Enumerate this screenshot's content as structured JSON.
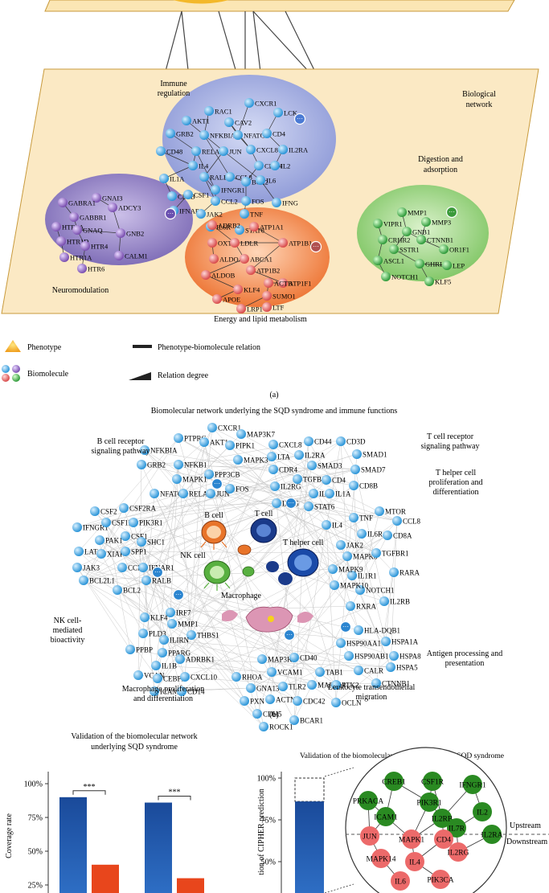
{
  "panel_a": {
    "caption": "(a)",
    "plane_label": "Biological network",
    "modules": {
      "immune": {
        "label_lines": [
          "Immune",
          "regulation"
        ],
        "color": "#a9b2e0",
        "genes": [
          "RAC1",
          "CXCR1",
          "AKT1",
          "CAV2",
          "LCK",
          "GRB2",
          "NFKBIA",
          "NFATC1",
          "CD4",
          "CD48",
          "RELA",
          "JUN",
          "CXCL8",
          "IL2RA",
          "IL4",
          "CDK4",
          "RALB",
          "CCL8",
          "IL2",
          "IL1A",
          "IFNGR1",
          "BCL2",
          "IL6",
          "CD8B",
          "CSF1",
          "CCL2",
          "FOS",
          "IFNG",
          "TNF",
          "IFNAR1",
          "JAK2",
          "IL6R",
          "STAT6"
        ]
      },
      "neuro": {
        "label": "Neuromodulation",
        "color": "#9585c4",
        "genes": [
          "GNAI3",
          "GABRA1",
          "ADCY3",
          "GABBR1",
          "HTR2A",
          "GNAQ",
          "GNB2",
          "HTR1D",
          "HTR4",
          "HTR1A",
          "CALM1",
          "HTR6"
        ]
      },
      "energy": {
        "label": "Energy and lipid metabolism",
        "color": "#f08a50",
        "genes": [
          "ADRB2",
          "ATP1A1",
          "OXT",
          "LDLR",
          "ATP1B1",
          "ALDOA",
          "ABCA1",
          "ATP1B2",
          "ALDOB",
          "ATP1F1",
          "ACTB",
          "KLF4",
          "SUMO1",
          "APOE",
          "LRP1",
          "LTF"
        ]
      },
      "digestion": {
        "label_lines": [
          "Digestion and",
          "adsorption"
        ],
        "color": "#9fd488",
        "genes": [
          "MMP1",
          "VIPR1",
          "MMP3",
          "GNB1",
          "CRHR2",
          "CTNNB1",
          "SSTR1",
          "OR1F1",
          "ASCL1",
          "GHRL",
          "LEP",
          "NOTCH1",
          "KLF5"
        ]
      }
    },
    "legend": {
      "phenotype": "Phenotype",
      "biomolecule": "Biomolecule",
      "relation": "Phenotype-biomolecule relation",
      "degree": "Relation degree"
    },
    "more_symbol": "···"
  },
  "panel_b": {
    "caption": "(b)",
    "title": "Biomolecular network underlying the SQD syndrome and immune functions",
    "modules": [
      "B cell receptor signaling pathway",
      "T cell receptor signaling pathway",
      "T helper cell proliferation and differentiation",
      "NK cell-mediated bioactivity",
      "Antigen processing and presentation",
      "Macrophage proliferation and differentiation",
      "Leukocyte transendothelial migration"
    ],
    "cells": {
      "bcell": "B cell",
      "tcell": "T cell",
      "nkcell": "NK cell",
      "thelper": "T helper cell",
      "macrophage": "Macrophage"
    }
  },
  "panel_c": {
    "left_title_lines": [
      "Validation of the biomolecular network",
      "underlying SQD syndrome"
    ],
    "right_title": "Validation of the biomolecular network underlying SQD syndrome",
    "ylabel": "Coverage rate",
    "right_ylabel": "tion of CIPHER prediction",
    "significance": "***",
    "upstream": "Upstream",
    "downstream": "Downstream"
  },
  "chart_data": [
    {
      "type": "bar",
      "title": "Validation of the biomolecular network underlying SQD syndrome",
      "ylabel": "Coverage rate",
      "ylim": [
        0,
        100
      ],
      "yticks": [
        "25%",
        "50%",
        "75%",
        "100%"
      ],
      "series": [
        {
          "color": "#1f56a8",
          "values": [
            90,
            86
          ]
        },
        {
          "color": "#e8461c",
          "values": [
            40,
            30
          ]
        }
      ],
      "annotations": [
        "***",
        "***"
      ]
    },
    {
      "type": "bar",
      "title": "Validation of the biomolecular network underlying SQD syndrome",
      "ylabel": "tion of CIPHER prediction",
      "ylim": [
        0,
        100
      ],
      "yticks": [
        "50%",
        "75%",
        "100%"
      ],
      "series": [
        {
          "color": "#1f56a8",
          "values": [
            86
          ]
        }
      ]
    }
  ],
  "network_c": {
    "upstream_genes": [
      "CREB1",
      "CSF1R",
      "IFNGR1",
      "PRKACA",
      "PIK3R1",
      "IL2",
      "ICAM1",
      "IL2RB",
      "IL2RA",
      "IL7R"
    ],
    "downstream_genes": [
      "JUN",
      "MAPK1",
      "CD4",
      "MAPK14",
      "IL4",
      "IL2RG",
      "IL6",
      "PIK3CA"
    ]
  }
}
